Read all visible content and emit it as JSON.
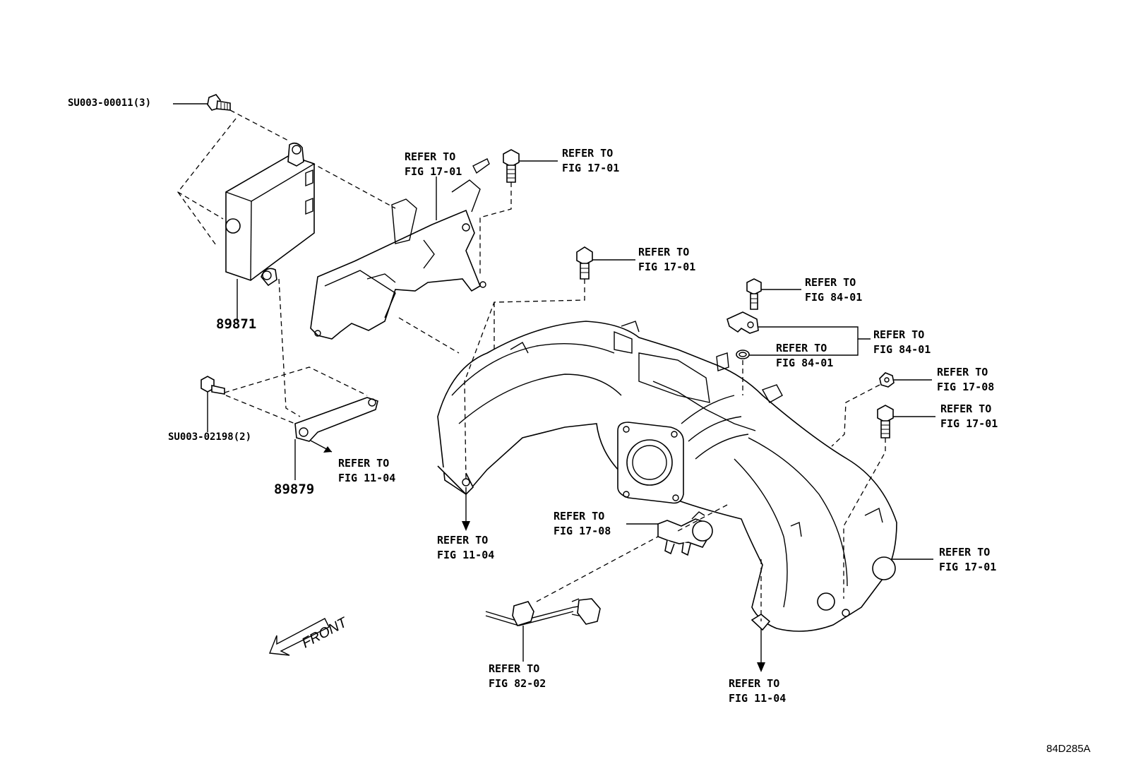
{
  "callouts": [
    {
      "id": "c1",
      "line1": "REFER TO",
      "line2": "FIG 17-01"
    },
    {
      "id": "c2",
      "line1": "REFER TO",
      "line2": "FIG 17-01"
    },
    {
      "id": "c3",
      "line1": "REFER TO",
      "line2": "FIG 17-01"
    },
    {
      "id": "c4",
      "line1": "REFER TO",
      "line2": "FIG 84-01"
    },
    {
      "id": "c5",
      "line1": "REFER TO",
      "line2": "FIG 84-01"
    },
    {
      "id": "c6",
      "line1": "REFER TO",
      "line2": "FIG 84-01"
    },
    {
      "id": "c7",
      "line1": "REFER TO",
      "line2": "FIG 17-08"
    },
    {
      "id": "c8",
      "line1": "REFER TO",
      "line2": "FIG 17-01"
    },
    {
      "id": "c9",
      "line1": "REFER TO",
      "line2": "FIG 11-04"
    },
    {
      "id": "c10",
      "line1": "REFER TO",
      "line2": "FIG 11-04"
    },
    {
      "id": "c11",
      "line1": "REFER TO",
      "line2": "FIG 17-08"
    },
    {
      "id": "c12",
      "line1": "REFER TO",
      "line2": "FIG 17-01"
    },
    {
      "id": "c13",
      "line1": "REFER TO",
      "line2": "FIG 82-02"
    },
    {
      "id": "c14",
      "line1": "REFER TO",
      "line2": "FIG 11-04"
    }
  ],
  "parts": {
    "ecu": "89871",
    "bracket": "89879"
  },
  "bolt_codes": {
    "top": "SU003-00011(3)",
    "bracket": "SU003-02198(2)"
  },
  "front_label": "FRONT",
  "figure_id": "84D285A"
}
